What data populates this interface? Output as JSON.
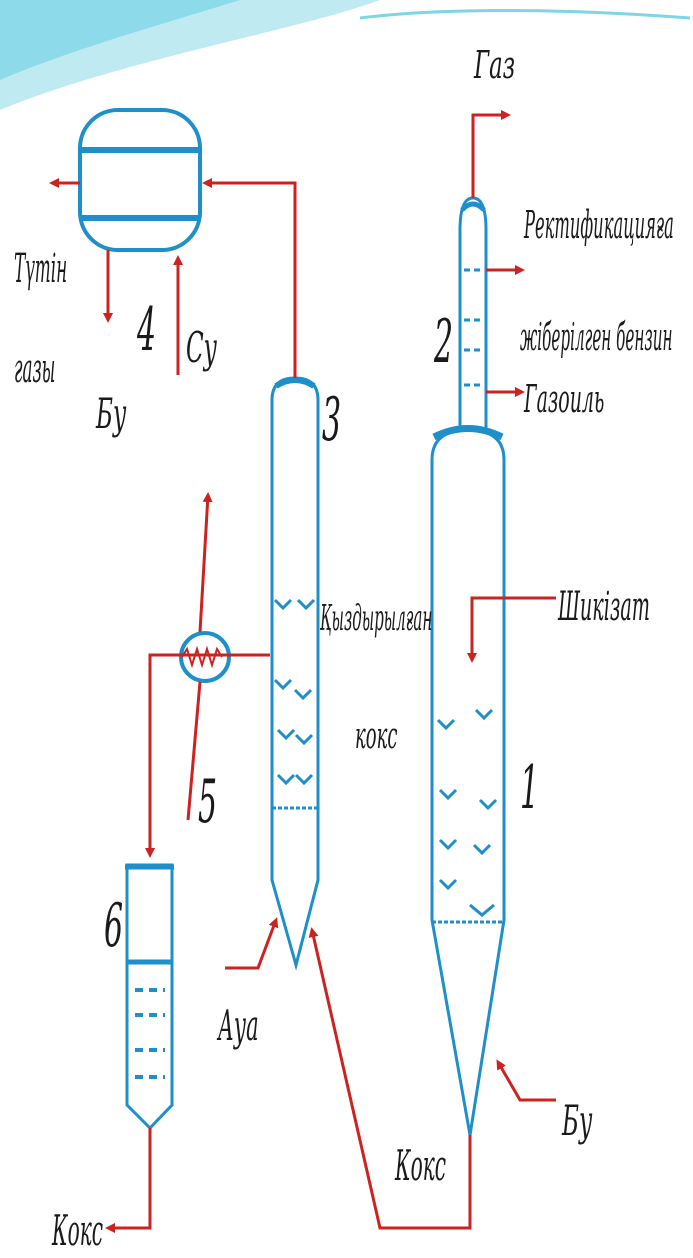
{
  "diagram": {
    "labels": {
      "gas": "Газ",
      "rectification_line1": "Ректификацияға",
      "rectification_line2": "жіберілген бензин",
      "gasoil": "Газоиль",
      "feedstock": "Шикізат",
      "heated_coke_line1": "Қыздырылған",
      "heated_coke_line2": "кокс",
      "flue_gas_line1": "Түтін",
      "flue_gas_line2": "газы",
      "water": "Су",
      "steam_boiler": "Бу",
      "steam_bottom": "Бу",
      "air": "Ауа",
      "coke_center": "Кокс",
      "coke_bottom": "Кокс",
      "num1": "1",
      "num2": "2",
      "num3": "3",
      "num4": "4",
      "num5": "5",
      "num6": "6"
    },
    "colors": {
      "stream": "#cc2222",
      "vessel": "#1e8fc8",
      "vessel_fill": "#ffffff",
      "label": "#1a1a1a",
      "banner": "#7fd4e6"
    }
  }
}
